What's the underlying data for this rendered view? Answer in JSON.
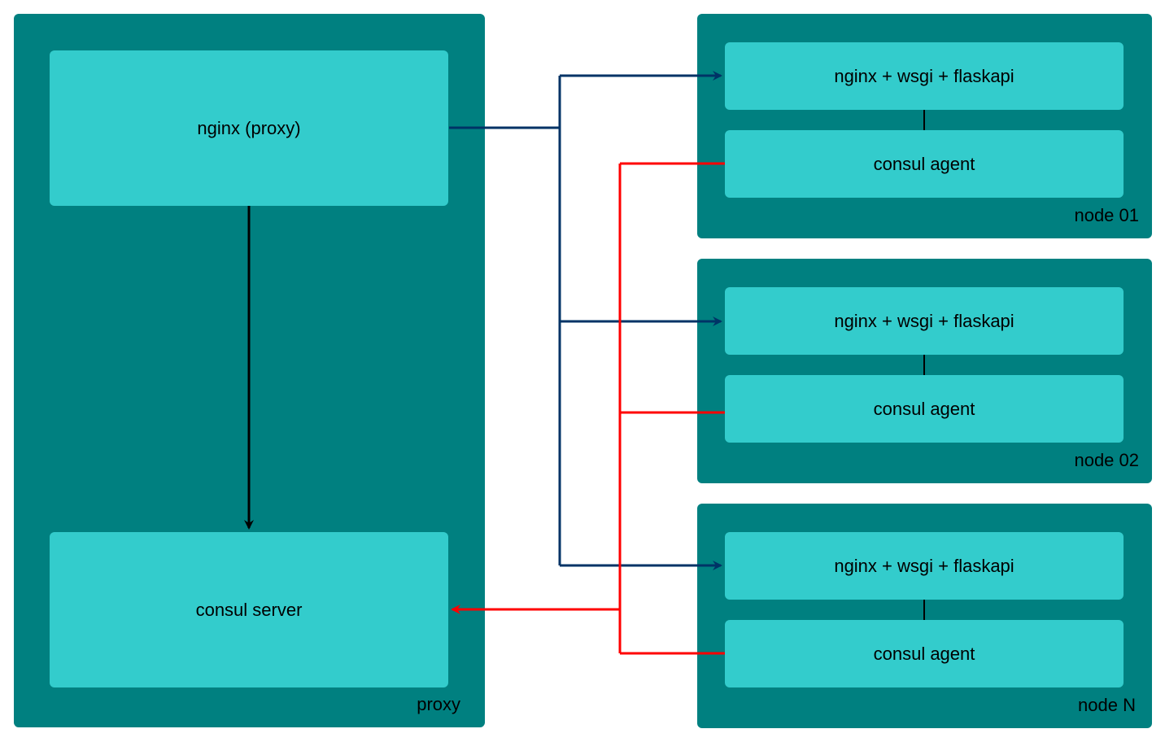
{
  "colors": {
    "group_fill": "#008080",
    "node_fill": "#33cccc",
    "request_edge": "#003366",
    "gossip_edge": "#ff0000",
    "internal_edge": "#000000"
  },
  "proxy": {
    "label": "proxy",
    "nginx": "nginx (proxy)",
    "consul_server": "consul server"
  },
  "nodes": [
    {
      "label": "node 01",
      "app": "nginx + wsgi + flaskapi",
      "agent": "consul agent"
    },
    {
      "label": "node 02",
      "app": "nginx + wsgi + flaskapi",
      "agent": "consul agent"
    },
    {
      "label": "node N",
      "app": "nginx + wsgi + flaskapi",
      "agent": "consul agent"
    }
  ]
}
